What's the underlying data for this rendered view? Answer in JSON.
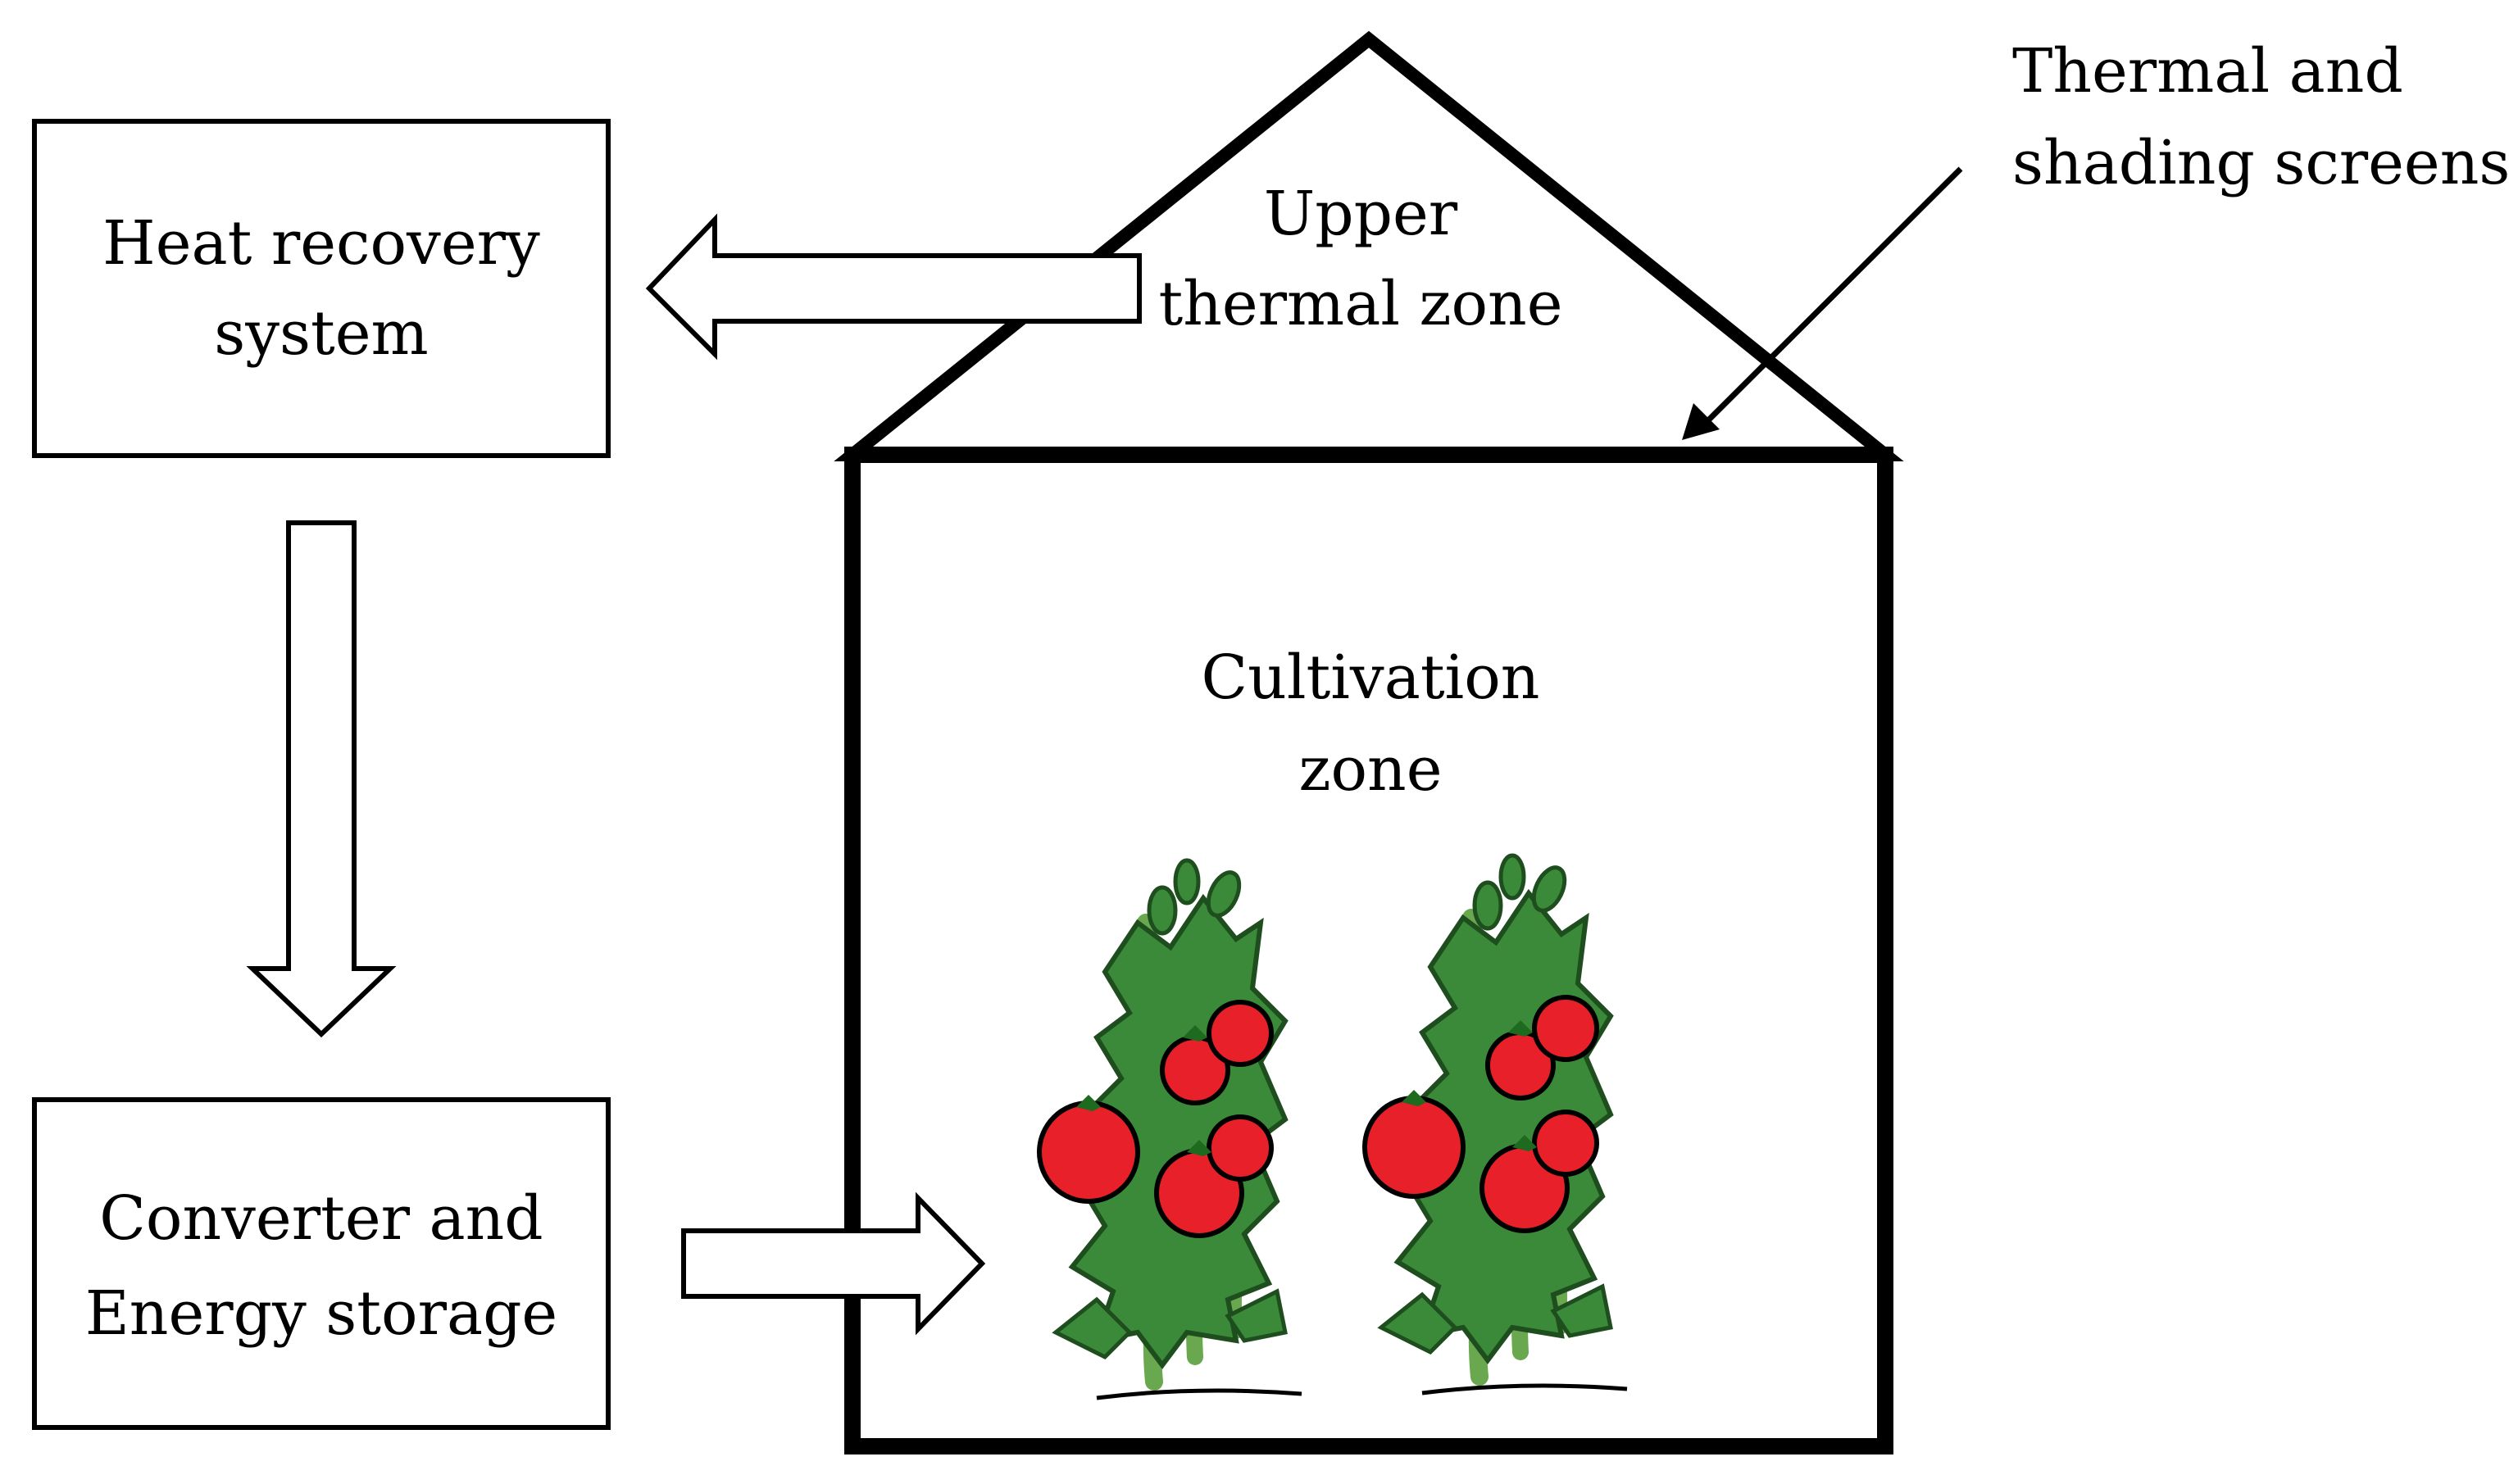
{
  "diagram": {
    "upper_zone": {
      "line1": "Upper",
      "line2": "thermal zone"
    },
    "screens": {
      "line1": "Thermal and",
      "line2": "shading screens"
    },
    "heat_recovery": {
      "line1": "Heat recovery",
      "line2": "system"
    },
    "converter": {
      "line1": "Converter and",
      "line2": "Energy storage"
    },
    "cultivation": {
      "line1": "Cultivation",
      "line2": "zone"
    }
  },
  "colors": {
    "stroke": "#000000",
    "tomato": "#e8202a",
    "leaf": "#3a8a3a",
    "stem": "#6aa84f"
  }
}
